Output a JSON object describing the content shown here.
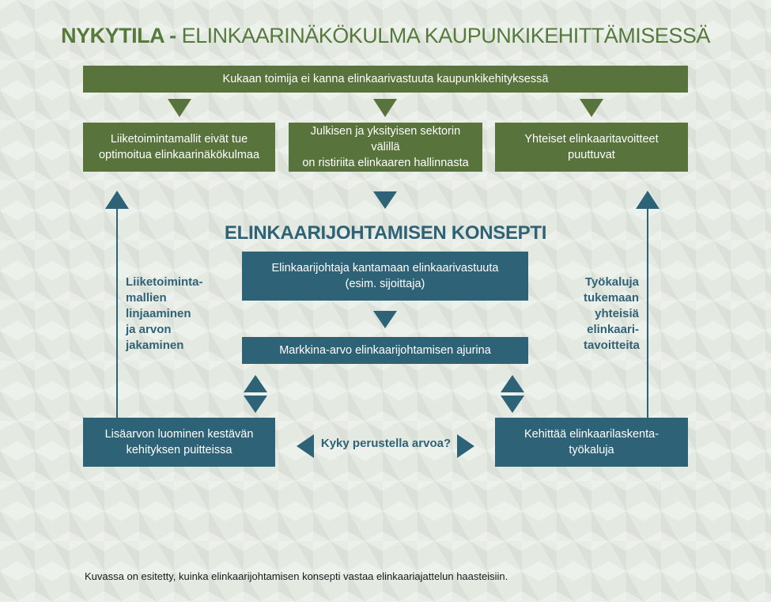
{
  "title": {
    "bold": "NYKYTILA -",
    "rest": "ELINKAARINÄKÖKULMA KAUPUNKIKEHITTÄMISESSÄ"
  },
  "top_bar": "Kukaan toimija ei kanna elinkaarivastuuta kaupunkikehityksessä",
  "problems": {
    "left": "Liiketoimintamallit eivät tue\noptimoitua elinkaarinäkökulmaa",
    "middle": "Julkisen ja yksityisen sektorin välillä\non ristiriita elinkaaren hallinnasta",
    "right": "Yhteiset elinkaaritavoitteet\npuuttuvat"
  },
  "concept": {
    "heading": "ELINKAARIJOHTAMISEN KONSEPTI",
    "manager": "Elinkaarijohtaja kantamaan elinkaarivastuuta\n(esim. sijoittaja)",
    "market_value": "Markkina-arvo elinkaarijohtamisen ajurina",
    "left_box": "Lisäarvon luominen kestävän\nkehityksen puitteissa",
    "right_box": "Kehittää elinkaarilaskenta-\ntyökaluja",
    "center_question": "Kyky perustella arvoa?",
    "left_side_text": "Liiketoiminta-\nmallien\nlinjaaminen\nja arvon\njakaminen",
    "right_side_text": "Työkaluja\ntukemaan\nyhteisiä\nelinkaari-\ntavoitteita"
  },
  "caption": "Kuvassa on esitetty, kuinka elinkaarijohtamisen konsepti vastaa elinkaariajattelun haasteisiin.",
  "colors": {
    "green": "#58733c",
    "blue": "#2e6377",
    "title_green": "#567a3c",
    "background": "#e4e9e2"
  }
}
